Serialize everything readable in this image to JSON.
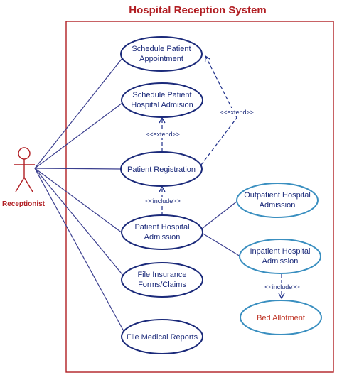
{
  "title": "Hospital Reception System",
  "colors": {
    "title": "#b11e23",
    "boundary": "#b11e23",
    "actor": "#b11e23",
    "association": "#3b3f8f",
    "dependency": "#1e2f8a",
    "usecase_dark_stroke": "#1b2a7a",
    "usecase_light_stroke": "#3a8fc0",
    "usecase_fill": "#ffffff",
    "usecase_text": "#1b2a7a",
    "highlight_text": "#c0392b"
  },
  "actor": {
    "name": "Receptionist",
    "icon": "stick-figure-icon"
  },
  "use_cases": {
    "schedule_appointment": {
      "line1": "Schedule Patient",
      "line2": "Appointment"
    },
    "schedule_admission": {
      "line1": "Schedule Patient",
      "line2": "Hospital Admision"
    },
    "patient_registration": {
      "line1": "Patient Registration"
    },
    "patient_admission": {
      "line1": "Patient Hospital",
      "line2": "Admission"
    },
    "file_insurance": {
      "line1": "File Insurance",
      "line2": "Forms/Claims"
    },
    "file_reports": {
      "line1": "File Medical Reports"
    },
    "outpatient_admission": {
      "line1": "Outpatient Hospital",
      "line2": "Admission"
    },
    "inpatient_admission": {
      "line1": "Inpatient Hospital",
      "line2": "Admission"
    },
    "bed_allotment": {
      "line1": "Bed Allotment"
    }
  },
  "relationships": {
    "extend_label": "<<extend>>",
    "include_label": "<<include>>"
  }
}
